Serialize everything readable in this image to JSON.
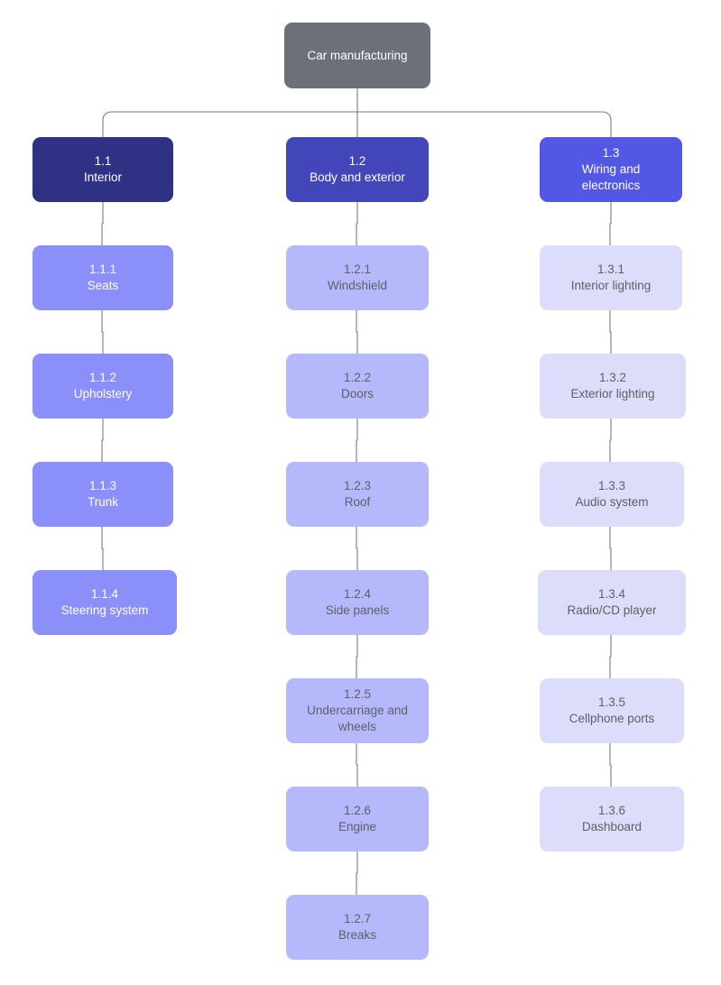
{
  "diagram": {
    "title": "Car manufacturing",
    "type": "work-breakdown-structure",
    "colors": {
      "root": "#6b7079",
      "level1_interior": "#2f3185",
      "level1_body": "#4246b8",
      "level1_wiring": "#5257e4",
      "column1_child": "#8b8ffa",
      "column2_child": "#b6b8fc",
      "column3_child": "#dcddfb",
      "connector": "#7b7b83",
      "background": "#ffffff"
    },
    "root": {
      "code": "",
      "label": "Car manufacturing"
    },
    "branches": [
      {
        "code": "1.1",
        "label": "Interior",
        "children": [
          {
            "code": "1.1.1",
            "label": "Seats"
          },
          {
            "code": "1.1.2",
            "label": "Upholstery"
          },
          {
            "code": "1.1.3",
            "label": "Trunk"
          },
          {
            "code": "1.1.4",
            "label": "Steering system"
          }
        ]
      },
      {
        "code": "1.2",
        "label": "Body and exterior",
        "children": [
          {
            "code": "1.2.1",
            "label": "Windshield"
          },
          {
            "code": "1.2.2",
            "label": "Doors"
          },
          {
            "code": "1.2.3",
            "label": "Roof"
          },
          {
            "code": "1.2.4",
            "label": "Side panels"
          },
          {
            "code": "1.2.5",
            "label": "Undercarriage and wheels"
          },
          {
            "code": "1.2.6",
            "label": "Engine"
          },
          {
            "code": "1.2.7",
            "label": "Breaks"
          }
        ]
      },
      {
        "code": "1.3",
        "label": "Wiring and electronics",
        "children": [
          {
            "code": "1.3.1",
            "label": "Interior lighting"
          },
          {
            "code": "1.3.2",
            "label": "Exterior lighting"
          },
          {
            "code": "1.3.3",
            "label": "Audio system"
          },
          {
            "code": "1.3.4",
            "label": "Radio/CD player"
          },
          {
            "code": "1.3.5",
            "label": "Cellphone ports"
          },
          {
            "code": "1.3.6",
            "label": "Dashboard"
          }
        ]
      }
    ]
  }
}
